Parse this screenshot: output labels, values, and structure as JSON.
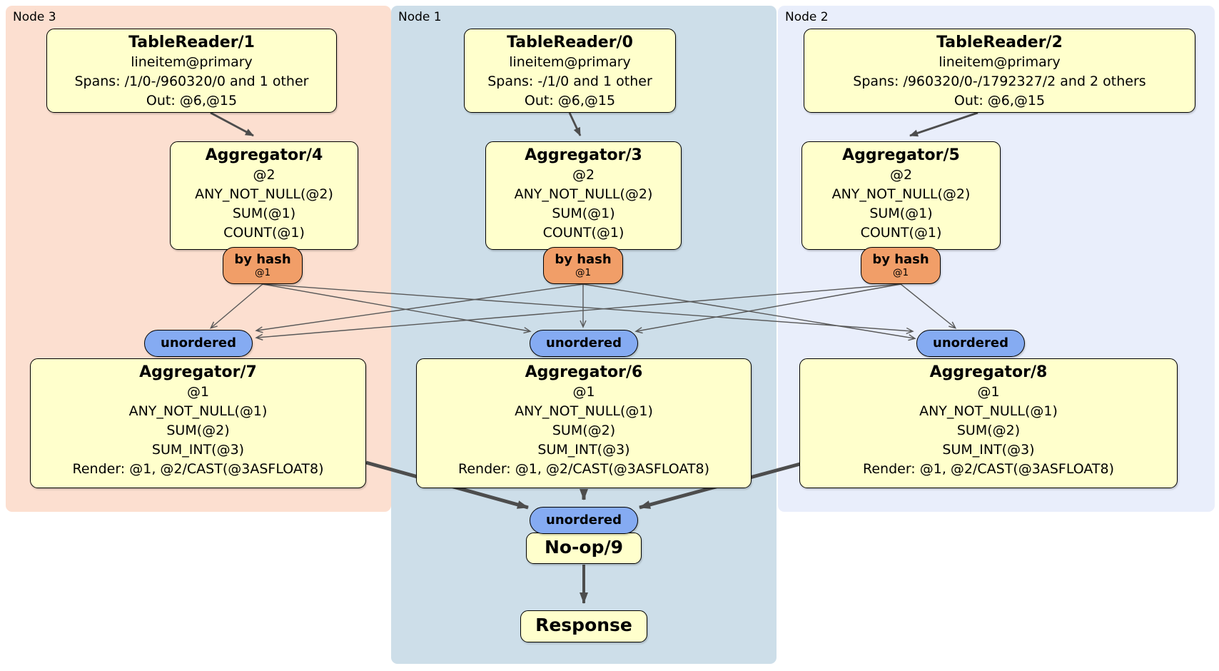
{
  "colors": {
    "region-node3": "#fcdfd0",
    "region-node1": "#cddee9",
    "region-node2": "#e9eefb",
    "box-fill": "#ffffcc",
    "router-fill": "#f19e68",
    "sync-fill": "#85abf2",
    "edge": "#4d4d4d",
    "edge-thin": "#585858"
  },
  "regions": {
    "node3": {
      "label": "Node 3"
    },
    "node1": {
      "label": "Node 1"
    },
    "node2": {
      "label": "Node 2"
    }
  },
  "processors": {
    "tr1": {
      "title": "TableReader/1",
      "lines": [
        "lineitem@primary",
        "Spans: /1/0-/960320/0 and 1 other",
        "Out: @6,@15"
      ]
    },
    "tr0": {
      "title": "TableReader/0",
      "lines": [
        "lineitem@primary",
        "Spans: -/1/0 and 1 other",
        "Out: @6,@15"
      ]
    },
    "tr2": {
      "title": "TableReader/2",
      "lines": [
        "lineitem@primary",
        "Spans: /960320/0-/1792327/2 and 2 others",
        "Out: @6,@15"
      ]
    },
    "agg4": {
      "title": "Aggregator/4",
      "lines": [
        "@2",
        "ANY_NOT_NULL(@2)",
        "SUM(@1)",
        "COUNT(@1)"
      ]
    },
    "agg3": {
      "title": "Aggregator/3",
      "lines": [
        "@2",
        "ANY_NOT_NULL(@2)",
        "SUM(@1)",
        "COUNT(@1)"
      ]
    },
    "agg5": {
      "title": "Aggregator/5",
      "lines": [
        "@2",
        "ANY_NOT_NULL(@2)",
        "SUM(@1)",
        "COUNT(@1)"
      ]
    },
    "agg7": {
      "title": "Aggregator/7",
      "lines": [
        "@1",
        "ANY_NOT_NULL(@1)",
        "SUM(@2)",
        "SUM_INT(@3)",
        "Render: @1, @2/CAST(@3ASFLOAT8)"
      ]
    },
    "agg6": {
      "title": "Aggregator/6",
      "lines": [
        "@1",
        "ANY_NOT_NULL(@1)",
        "SUM(@2)",
        "SUM_INT(@3)",
        "Render: @1, @2/CAST(@3ASFLOAT8)"
      ]
    },
    "agg8": {
      "title": "Aggregator/8",
      "lines": [
        "@1",
        "ANY_NOT_NULL(@1)",
        "SUM(@2)",
        "SUM_INT(@3)",
        "Render: @1, @2/CAST(@3ASFLOAT8)"
      ]
    },
    "noop": {
      "title": "No-op/9"
    },
    "response": {
      "title": "Response"
    }
  },
  "routers": {
    "r4": {
      "label": "by hash",
      "detail": "@1"
    },
    "r3": {
      "label": "by hash",
      "detail": "@1"
    },
    "r5": {
      "label": "by hash",
      "detail": "@1"
    }
  },
  "syncs": {
    "left": {
      "label": "unordered"
    },
    "middle": {
      "label": "unordered"
    },
    "right": {
      "label": "unordered"
    },
    "final": {
      "label": "unordered"
    }
  }
}
